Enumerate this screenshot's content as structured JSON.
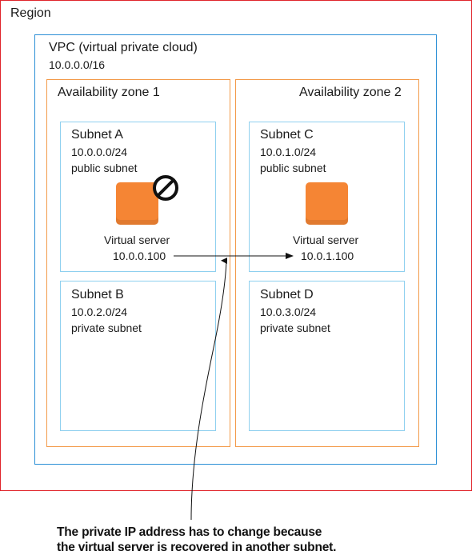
{
  "region": {
    "label": "Region"
  },
  "vpc": {
    "label": "VPC (virtual private cloud)",
    "cidr": "10.0.0.0/16"
  },
  "zones": [
    {
      "label": "Availability zone 1"
    },
    {
      "label": "Availability zone 2"
    }
  ],
  "subnets": {
    "a": {
      "name": "Subnet A",
      "cidr": "10.0.0.0/24",
      "type": "public subnet"
    },
    "b": {
      "name": "Subnet B",
      "cidr": "10.0.2.0/24",
      "type": "private subnet"
    },
    "c": {
      "name": "Subnet C",
      "cidr": "10.0.1.0/24",
      "type": "public subnet"
    },
    "d": {
      "name": "Subnet D",
      "cidr": "10.0.3.0/24",
      "type": "private subnet"
    }
  },
  "servers": {
    "old": {
      "label": "Virtual server",
      "ip": "10.0.0.100"
    },
    "new": {
      "label": "Virtual server",
      "ip": "10.0.1.100"
    }
  },
  "caption": {
    "line1": "The private IP address has to change because",
    "line2": "the virtual server is recovered in another subnet."
  },
  "colors": {
    "region": "#e0242b",
    "vpc": "#2b8fd6",
    "zone": "#f39a4a",
    "subnet": "#8fd0ef",
    "server": "#f58534"
  },
  "icons": [
    "server-icon",
    "prohibited-icon"
  ]
}
